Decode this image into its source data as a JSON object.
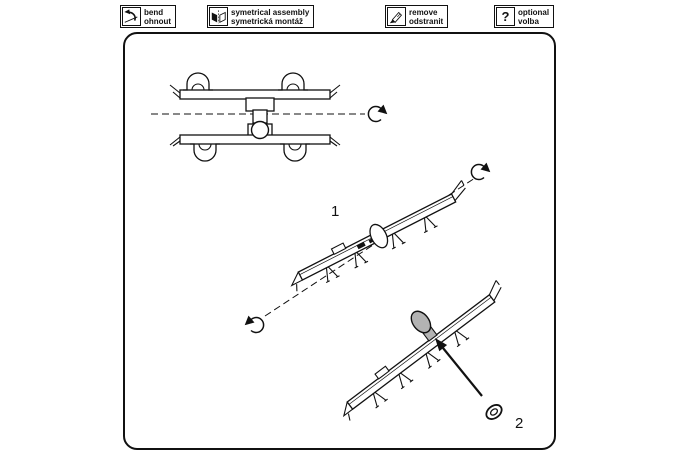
{
  "legend": {
    "items": [
      {
        "icon": "bend-icon",
        "en": "bend",
        "cs": "ohnout"
      },
      {
        "icon": "symmetrical-assembly-icon",
        "en": "symetrical assembly",
        "cs": "symetrická montáž"
      },
      {
        "icon": "remove-icon",
        "en": "remove",
        "cs": "odstranit"
      },
      {
        "icon": "optional-icon",
        "en": "optional",
        "cs": "volba"
      }
    ],
    "optional_glyph": "?"
  },
  "diagram": {
    "step_labels": {
      "step1": "1",
      "step2": "2"
    },
    "colors": {
      "line": "#111111",
      "part_gray": "#b3b3b3",
      "background": "#ffffff"
    }
  }
}
